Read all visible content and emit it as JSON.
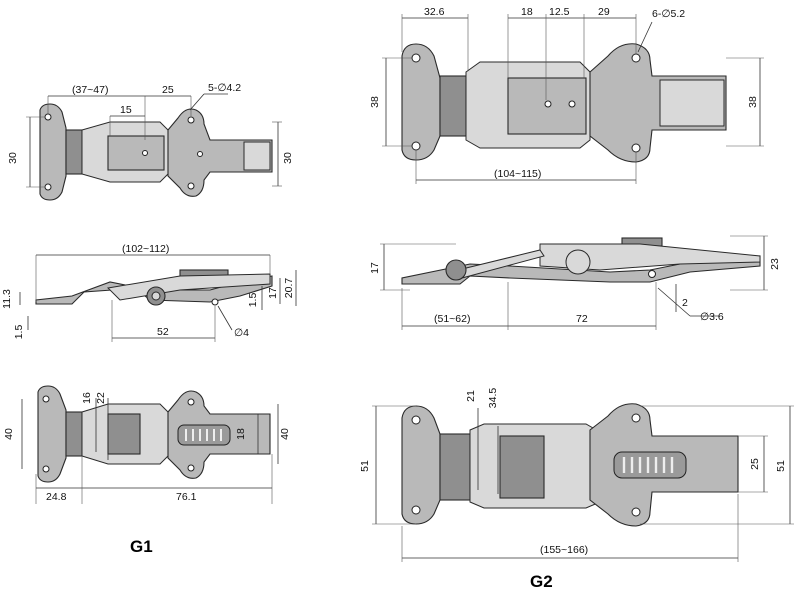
{
  "g1": {
    "label": "G1",
    "top_view": {
      "d_37_47": "(37~47)",
      "d_25": "25",
      "d_15": "15",
      "holes": "5-∅4.2",
      "h_left": "30",
      "h_right": "30"
    },
    "side_view": {
      "d_102_112": "(102~112)",
      "d_11_3": "11.3",
      "d_1_5_left": "1.5",
      "d_1_5_right": "1.5",
      "d_17": "17",
      "d_20_7": "20.7",
      "d_52": "52",
      "d_hole": "∅4"
    },
    "bottom_view": {
      "h_left": "40",
      "d_16": "16",
      "d_22": "22",
      "d_18": "18",
      "h_right": "40",
      "d_24_8": "24.8",
      "d_76_1": "76.1"
    }
  },
  "g2": {
    "label": "G2",
    "top_view": {
      "d_32_6": "32.6",
      "d_18": "18",
      "d_12_5": "12.5",
      "d_29": "29",
      "holes": "6-∅5.2",
      "h_left": "38",
      "h_right": "38",
      "d_104_115": "(104~115)"
    },
    "side_view": {
      "d_17": "17",
      "d_23": "23",
      "d_2": "2",
      "d_hole": "∅3.6",
      "d_51_62": "(51~62)",
      "d_72": "72"
    },
    "bottom_view": {
      "d_21": "21",
      "d_34_5": "34.5",
      "h_left": "51",
      "d_25": "25",
      "h_right": "51",
      "d_155_166": "(155~166)"
    }
  }
}
